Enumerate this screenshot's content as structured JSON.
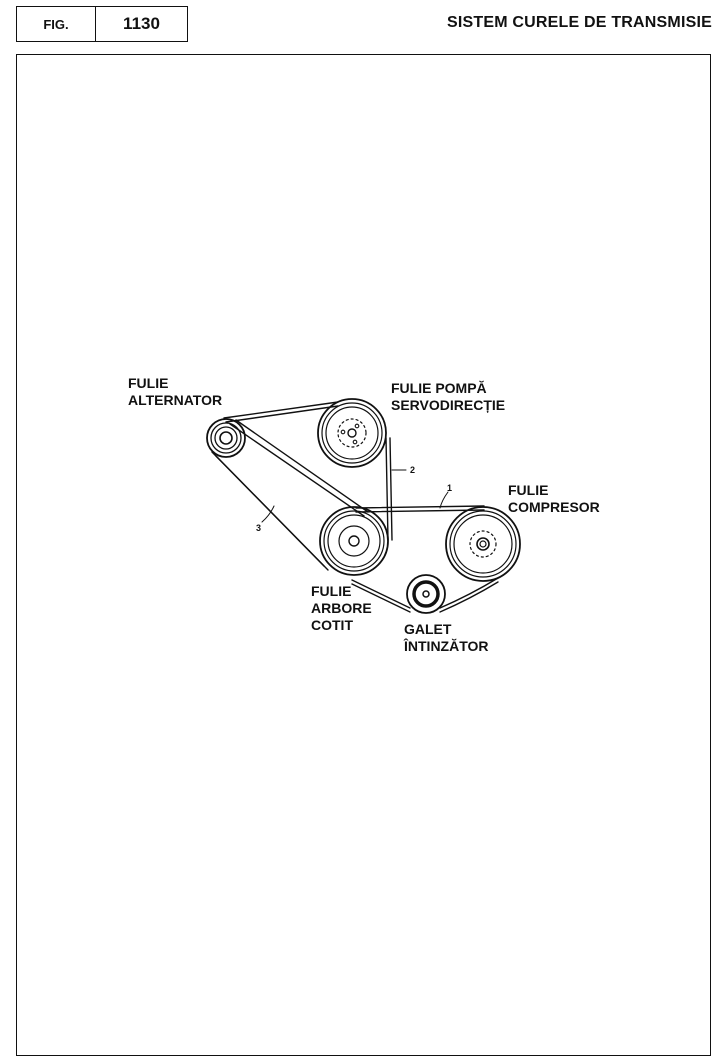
{
  "header": {
    "fig_label": "FIG.",
    "fig_number": "1130",
    "title": "SISTEM CURELE DE TRANSMISIE"
  },
  "labels": {
    "alternator": [
      "FULIE",
      "ALTERNATOR"
    ],
    "pump": [
      "FULIE POMPĂ",
      "SERVODIRECȚIE"
    ],
    "compressor": [
      "FULIE",
      "COMPRESOR"
    ],
    "crankshaft": [
      "FULIE",
      "ARBORE",
      "COTIT"
    ],
    "tensioner": [
      "GALET",
      "ÎNTINZĂTOR"
    ]
  },
  "belts": {
    "belt_1": "1",
    "belt_2": "2",
    "belt_3": "3"
  }
}
